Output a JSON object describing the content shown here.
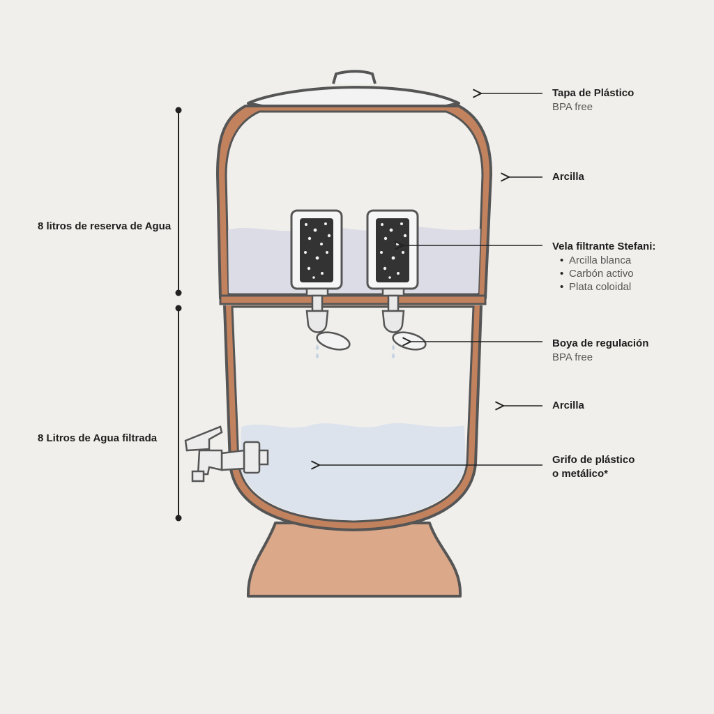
{
  "colors": {
    "background": "#f1efeb",
    "clay": "#c2825e",
    "clay_base": "#dba889",
    "outline": "#555555",
    "water_upper": "#dcdce6",
    "water_lower": "#dde3ec",
    "filter_core": "#333333"
  },
  "left_labels": {
    "upper_capacity": "8 litros de reserva de Agua",
    "lower_capacity": "8 Litros de Agua filtrada"
  },
  "callouts": {
    "lid": {
      "title": "Tapa de Plástico",
      "subtitle": "BPA free"
    },
    "upper_clay": {
      "title": "Arcilla"
    },
    "filter": {
      "title": "Vela filtrante Stefani:",
      "items": [
        "Arcilla blanca",
        "Carbón activo",
        "Plata coloidal"
      ]
    },
    "float": {
      "title": "Boya de regulación",
      "subtitle": "BPA free"
    },
    "lower_clay": {
      "title": "Arcilla"
    },
    "tap": {
      "title_line1": "Grifo de plástico",
      "title_line2": "o metálico*"
    }
  }
}
